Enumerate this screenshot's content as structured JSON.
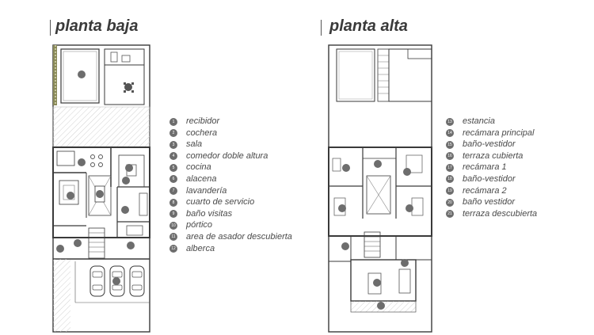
{
  "ground_floor": {
    "title": "planta baja",
    "legend": [
      {
        "num": "1",
        "label": "recibidor"
      },
      {
        "num": "2",
        "label": "cochera"
      },
      {
        "num": "3",
        "label": "sala"
      },
      {
        "num": "4",
        "label": "comedor doble altura"
      },
      {
        "num": "5",
        "label": "cocina"
      },
      {
        "num": "6",
        "label": "alacena"
      },
      {
        "num": "7",
        "label": "lavandería"
      },
      {
        "num": "8",
        "label": "cuarto de servicio"
      },
      {
        "num": "9",
        "label": "baño visitas"
      },
      {
        "num": "10",
        "label": "pórtico"
      },
      {
        "num": "11",
        "label": "area de asador descubierta"
      },
      {
        "num": "12",
        "label": "alberca"
      }
    ]
  },
  "upper_floor": {
    "title": "planta alta",
    "legend": [
      {
        "num": "13",
        "label": "estancia"
      },
      {
        "num": "14",
        "label": "recámara principal"
      },
      {
        "num": "15",
        "label": "baño-vestidor"
      },
      {
        "num": "16",
        "label": "terraza cubierta"
      },
      {
        "num": "17",
        "label": "recámara 1"
      },
      {
        "num": "18",
        "label": "baño-vestidor"
      },
      {
        "num": "19",
        "label": "recámara 2"
      },
      {
        "num": "20",
        "label": "baño vestidor"
      },
      {
        "num": "21",
        "label": "terraza descubierta"
      }
    ]
  },
  "colors": {
    "wall": "#3a3a3a",
    "marker": "#6d6d6d",
    "text": "#4a4a4a"
  }
}
